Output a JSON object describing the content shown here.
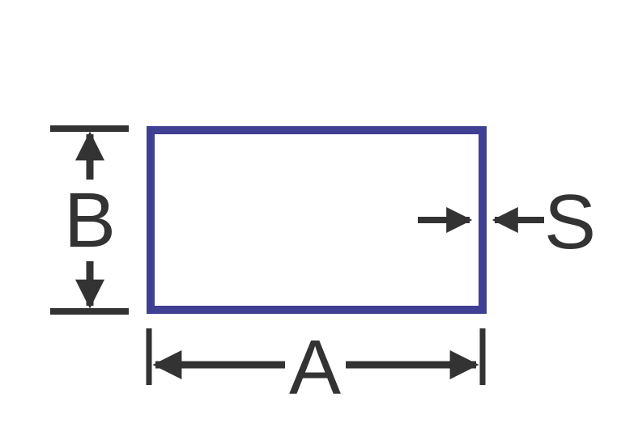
{
  "colors": {
    "rectangle_outline": "#3f3f93",
    "dimension_lines": "#333333",
    "background": "#ffffff"
  },
  "labels": {
    "width": "A",
    "height": "B",
    "wall_thickness": "S"
  }
}
